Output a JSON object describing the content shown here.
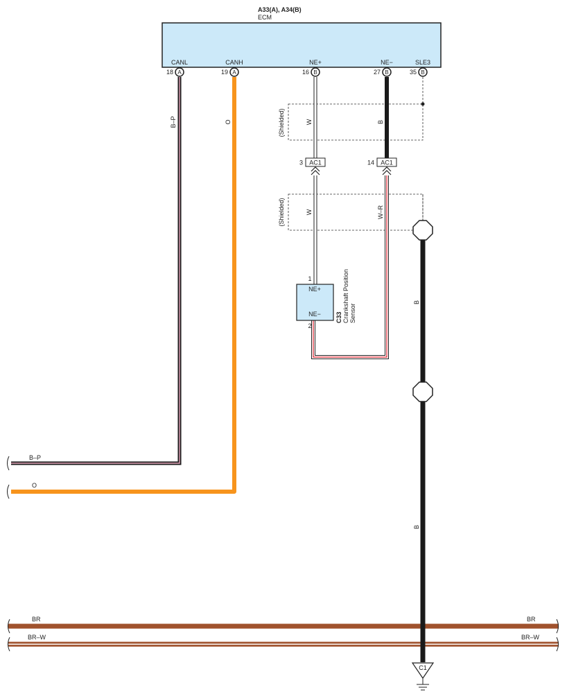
{
  "ecm": {
    "connectors": "A33(A), A34(B)",
    "name": "ECM",
    "fill": "#cce9f9",
    "pins": [
      {
        "label": "CANL",
        "number": "18",
        "connector": "A"
      },
      {
        "label": "CANH",
        "number": "19",
        "connector": "A"
      },
      {
        "label": "NE+",
        "number": "16",
        "connector": "B"
      },
      {
        "label": "NE−",
        "number": "27",
        "connector": "B"
      },
      {
        "label": "SLE3",
        "number": "35",
        "connector": "B"
      }
    ]
  },
  "shield_label": "(Shielded)",
  "wires": {
    "canl": {
      "color_code": "B–P",
      "stroke": "#1a1a1a",
      "stripe": "#e8a7bd"
    },
    "canh": {
      "color_code": "O",
      "stroke": "#f7941d"
    },
    "ne_plus_upper": {
      "color_code": "W"
    },
    "ne_minus_upper": {
      "color_code": "B"
    },
    "ne_plus_lower": {
      "color_code": "W"
    },
    "ne_minus_lower": {
      "color_code": "W–R",
      "stripe": "#d9232e"
    },
    "ground_upper": {
      "color_code": "B"
    },
    "ground_lower": {
      "color_code": "B"
    },
    "bus_br": {
      "color_code": "BR",
      "stroke": "#a0522d"
    },
    "bus_brw": {
      "color_code": "BR–W"
    }
  },
  "ac1": {
    "name": "AC1",
    "pin_ne_plus": "3",
    "pin_ne_minus": "14"
  },
  "sensor": {
    "id": "C33",
    "name_line1": "Crankshaft Position",
    "name_line2": "Sensor",
    "pin1_number": "1",
    "pin2_number": "2",
    "pin1_label": "NE+",
    "pin2_label": "NE−",
    "fill": "#cce9f9"
  },
  "ground": {
    "name": "C1"
  }
}
